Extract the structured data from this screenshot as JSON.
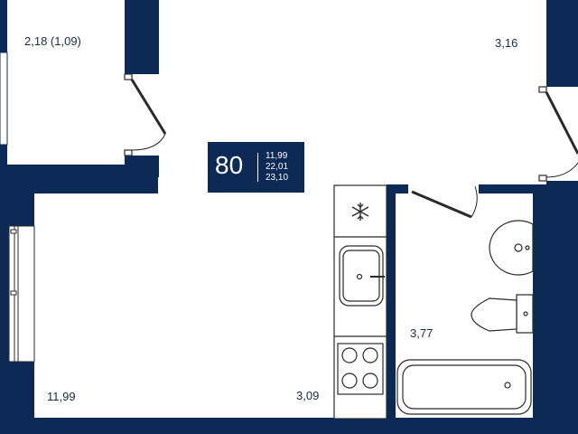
{
  "unit": {
    "number": "80",
    "areas": [
      "11,99",
      "22,01",
      "23,10"
    ]
  },
  "rooms": {
    "storage_area": "2,18 (1,09)",
    "balcony_area": "3,16",
    "living_area": "11,99",
    "kitchen_area": "3,09",
    "bathroom_area": "3,77"
  },
  "colors": {
    "wall": "#0c2a55",
    "fixture_stroke": "#2a2a2a",
    "fixture_fill": "#ffffff",
    "label": "#1b2a4a"
  },
  "icons": [
    "snowflake-icon"
  ]
}
